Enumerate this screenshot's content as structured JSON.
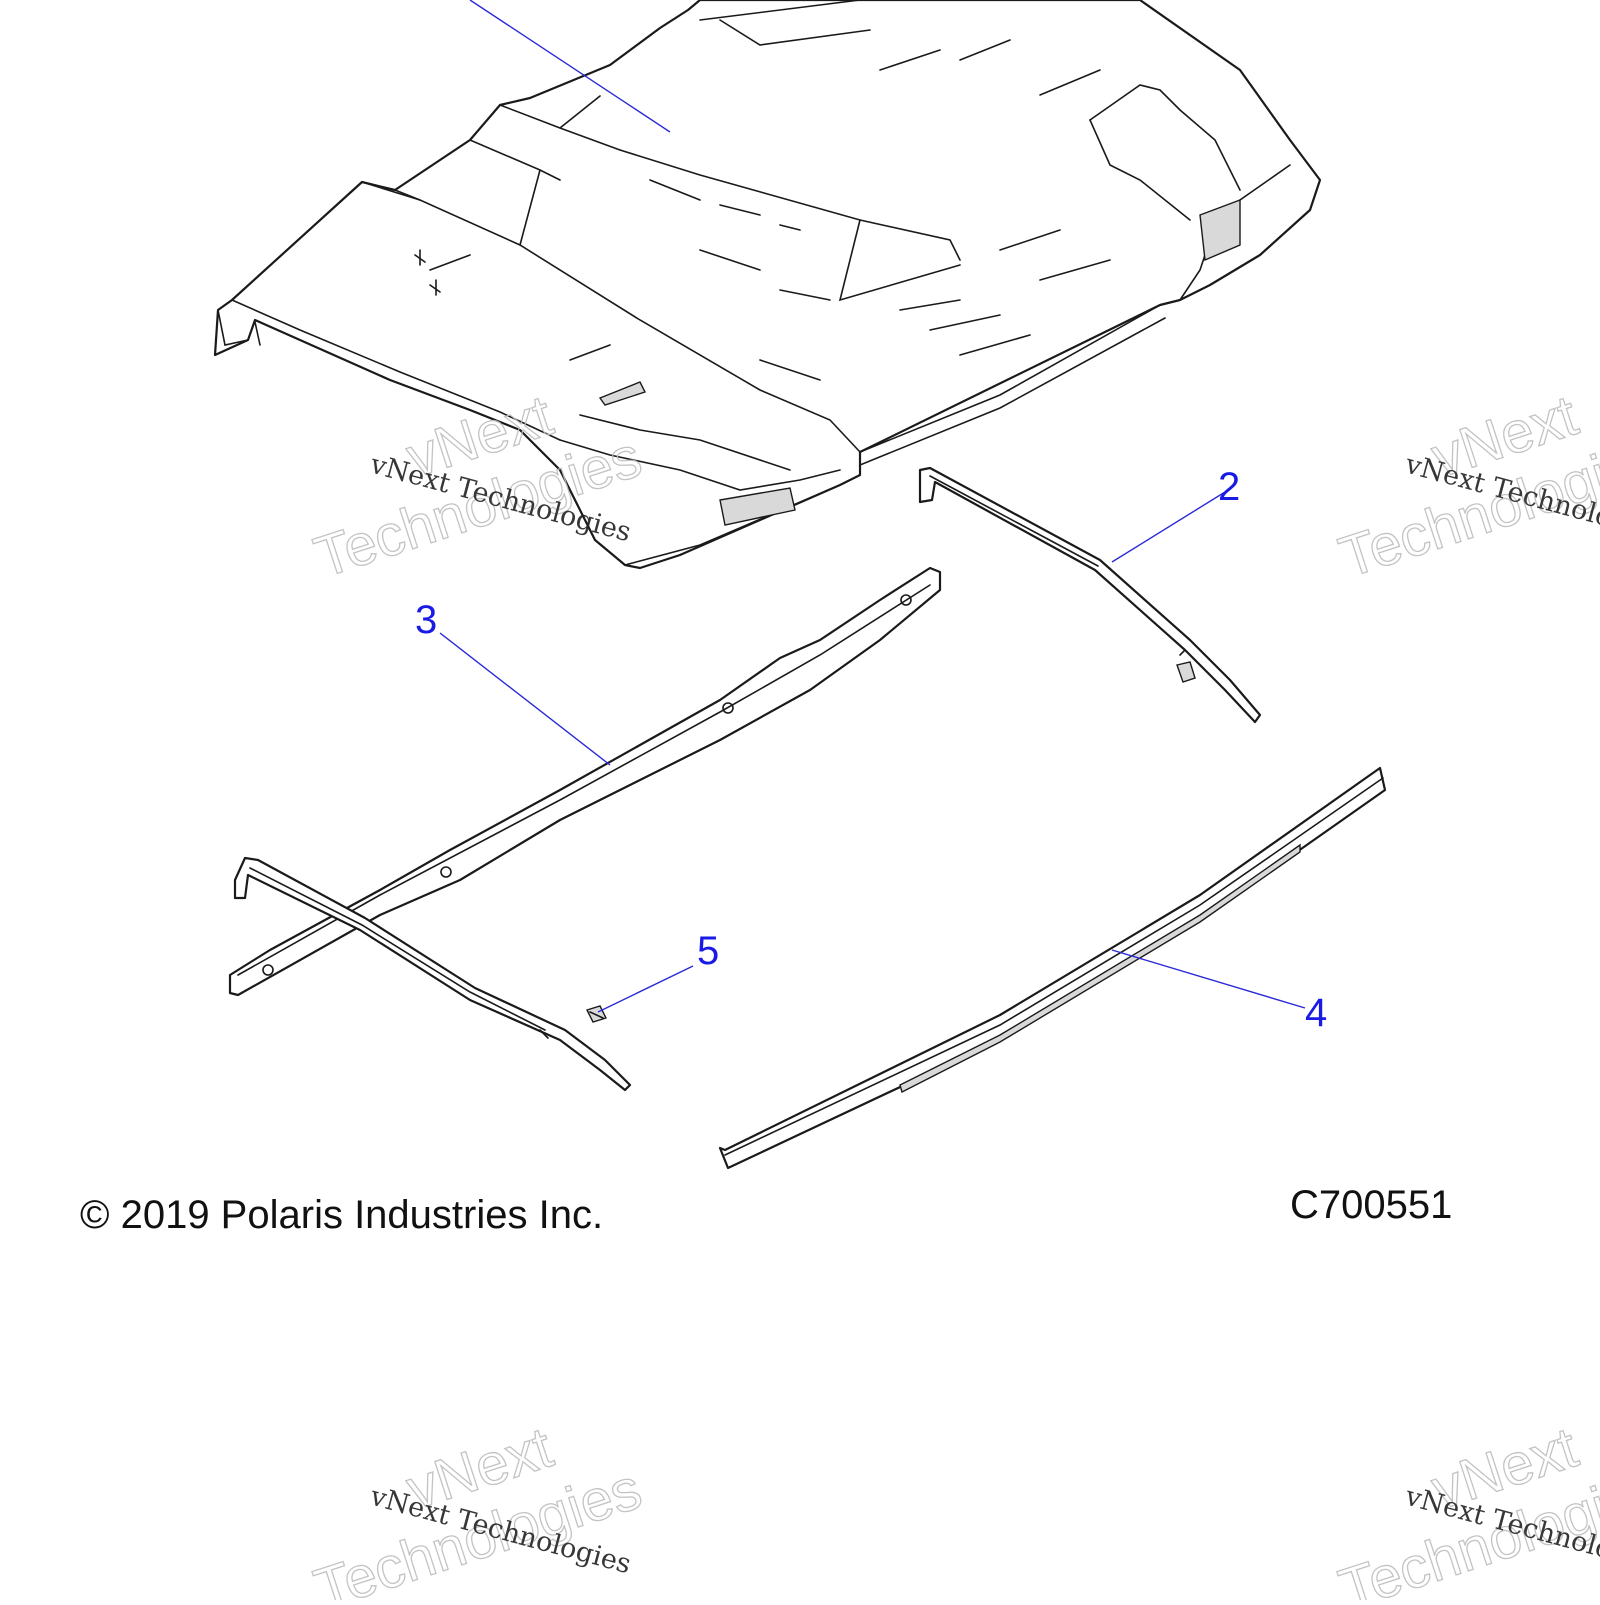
{
  "callouts": {
    "c2": "2",
    "c3": "3",
    "c4": "4",
    "c5": "5"
  },
  "footer": {
    "copyright": "© 2019 Polaris Industries Inc.",
    "figure_id": "C700551"
  },
  "watermark": {
    "line1": "vNext Technologies",
    "outline_top": "vNext",
    "outline_bottom": "Technologies"
  },
  "colors": {
    "callout": "#1a1ae6",
    "leader": "#2a2ad6",
    "line_art": "#1a1a1a"
  }
}
